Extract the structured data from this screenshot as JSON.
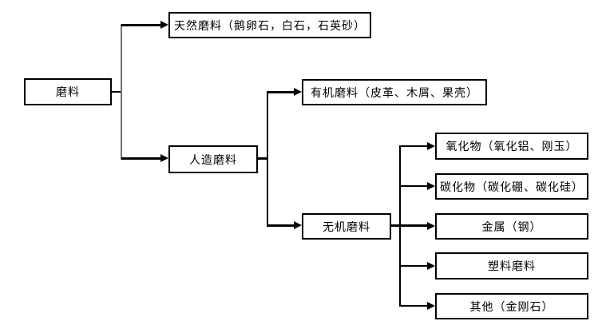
{
  "diagram": {
    "type": "tree-flowchart",
    "language": "zh-CN",
    "topic": "abrasive-classification",
    "nodes": [
      {
        "id": "root",
        "label": "磨料",
        "level": 0
      },
      {
        "id": "natural",
        "label": "天然磨料（鹅卵石，白石，石英砂）",
        "level": 1,
        "parent": "root"
      },
      {
        "id": "artificial",
        "label": "人造磨料",
        "level": 1,
        "parent": "root"
      },
      {
        "id": "organic",
        "label": "有机磨料（皮革、木屑、果壳）",
        "level": 2,
        "parent": "artificial"
      },
      {
        "id": "inorganic",
        "label": "无机磨料",
        "level": 2,
        "parent": "artificial"
      },
      {
        "id": "oxide",
        "label": "氧化物（氧化铝、刚玉）",
        "level": 3,
        "parent": "inorganic"
      },
      {
        "id": "carbide",
        "label": "碳化物（碳化硼、碳化硅）",
        "level": 3,
        "parent": "inorganic"
      },
      {
        "id": "metal",
        "label": "金属（钢）",
        "level": 3,
        "parent": "inorganic"
      },
      {
        "id": "plastic",
        "label": "塑料磨料",
        "level": 3,
        "parent": "inorganic"
      },
      {
        "id": "other",
        "label": "其他（金刚石）",
        "level": 3,
        "parent": "inorganic"
      }
    ],
    "colors": {
      "background": "#ffffff",
      "box_fill": "#ffffff",
      "box_border": "#000000",
      "text": "#000000",
      "connector_black": "#000000",
      "connector_gray": "#6e6e6e"
    }
  }
}
